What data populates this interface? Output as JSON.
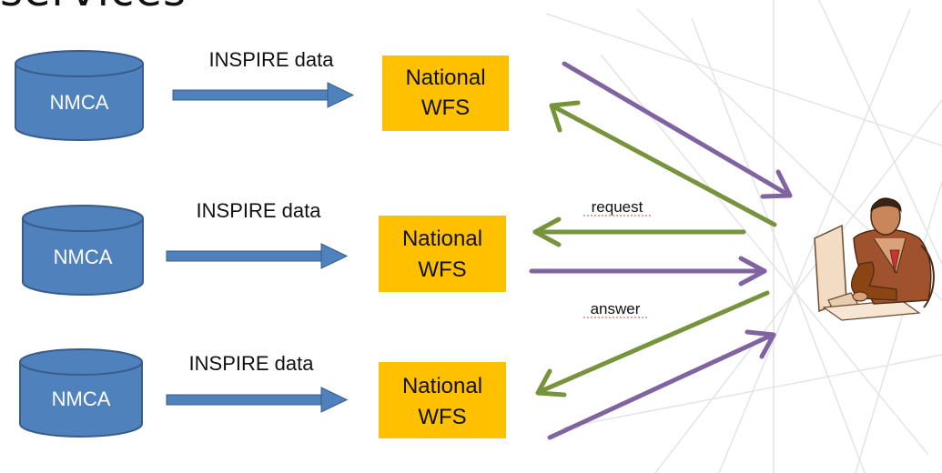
{
  "title": "services",
  "colors": {
    "database": "#4f81bd",
    "database_edge": "#385d8a",
    "wfs_box": "#ffc000",
    "flow_arrow": "#4f81bd",
    "request_arrow": "#8064a2",
    "answer_arrow": "#77933c"
  },
  "rows": [
    {
      "database_label": "NMCA",
      "arrow_label": "INSPIRE data",
      "wfs_label_line1": "National",
      "wfs_label_line2": "WFS"
    },
    {
      "database_label": "NMCA",
      "arrow_label": "INSPIRE data",
      "wfs_label_line1": "National",
      "wfs_label_line2": "WFS"
    },
    {
      "database_label": "NMCA",
      "arrow_label": "INSPIRE data",
      "wfs_label_line1": "National",
      "wfs_label_line2": "WFS"
    }
  ],
  "request_label": "request",
  "answer_label": "answer",
  "user_icon": "user-at-computer-icon"
}
